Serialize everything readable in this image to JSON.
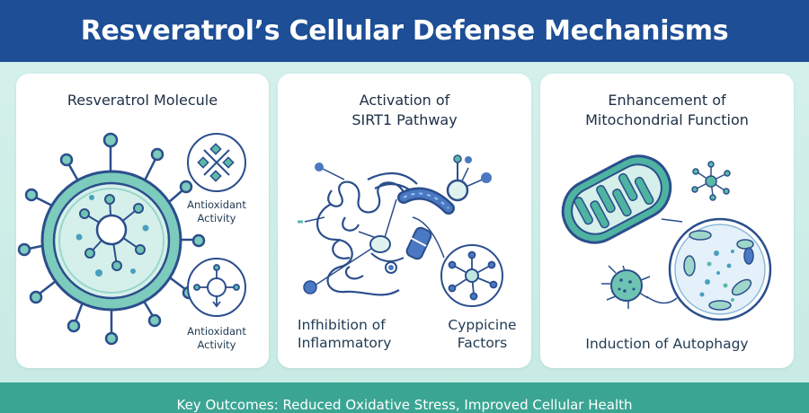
{
  "header": {
    "title": "Resveratrol’s Cellular Defense Mechanisms"
  },
  "panels": [
    {
      "title": "Resveratrol Molecule",
      "labels": [
        {
          "line1": "Antioxidant",
          "line2": "Activity"
        },
        {
          "line1": "Antioxidant",
          "line2": "Activity"
        }
      ]
    },
    {
      "title_line1": "Activation of",
      "title_line2": "SIRT1 Pathway",
      "left_label": {
        "line1": "Infhibition of",
        "line2": "Inflammatory"
      },
      "right_label": {
        "line1": "Cyppicine",
        "line2": "Factors"
      }
    },
    {
      "title_line1": "Enhancement of",
      "title_line2": "Mitochondrial Function",
      "bottom_label": "Induction of Autophagy"
    }
  ],
  "footer": {
    "text": "Key Outcomes: Reduced Oxidative Stress, Improved Cellular Health"
  },
  "colors": {
    "header": "#1d4e96",
    "teal": "#3aa593",
    "navy": "#2b4e8c",
    "mint": "#bfe8df",
    "blue": "#4a78c2"
  },
  "icons": [
    "cell-icon",
    "molecule-icon",
    "sirt1-helix-icon",
    "mitochondrion-icon",
    "autophagy-cell-icon",
    "bacterium-icon"
  ]
}
